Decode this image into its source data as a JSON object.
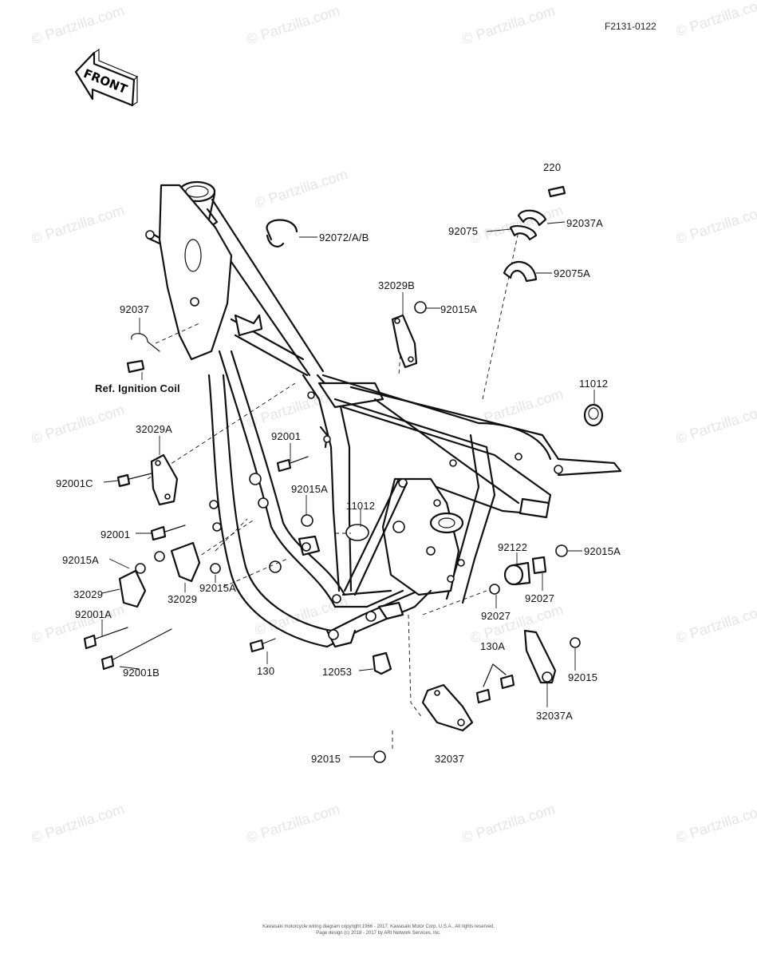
{
  "diagram_code": "F2131-0122",
  "front_arrow_label": "FRONT",
  "watermark_text": "© Partzilla.com",
  "parts": [
    {
      "id": "220",
      "label": "220"
    },
    {
      "id": "92037A_top",
      "label": "92037A"
    },
    {
      "id": "92075",
      "label": "92075"
    },
    {
      "id": "92072AB",
      "label": "92072/A/B"
    },
    {
      "id": "92075A",
      "label": "92075A"
    },
    {
      "id": "32029B",
      "label": "32029B"
    },
    {
      "id": "92015A_top",
      "label": "92015A"
    },
    {
      "id": "92037",
      "label": "92037"
    },
    {
      "id": "ref_ignition",
      "label": "Ref. Ignition Coil"
    },
    {
      "id": "11012_right",
      "label": "11012"
    },
    {
      "id": "32029A",
      "label": "32029A"
    },
    {
      "id": "92001_upper",
      "label": "92001"
    },
    {
      "id": "92001C",
      "label": "92001C"
    },
    {
      "id": "92015A_mid",
      "label": "92015A"
    },
    {
      "id": "11012_center",
      "label": "11012"
    },
    {
      "id": "92001_lower",
      "label": "92001"
    },
    {
      "id": "92122",
      "label": "92122"
    },
    {
      "id": "92015A_right",
      "label": "92015A"
    },
    {
      "id": "92015A_left",
      "label": "92015A"
    },
    {
      "id": "32029_left",
      "label": "32029"
    },
    {
      "id": "32029_mid",
      "label": "32029"
    },
    {
      "id": "92015A_low",
      "label": "92015A"
    },
    {
      "id": "92027_right",
      "label": "92027"
    },
    {
      "id": "92027_low",
      "label": "92027"
    },
    {
      "id": "92001A",
      "label": "92001A"
    },
    {
      "id": "130A",
      "label": "130A"
    },
    {
      "id": "92001B",
      "label": "92001B"
    },
    {
      "id": "130",
      "label": "130"
    },
    {
      "id": "12053",
      "label": "12053"
    },
    {
      "id": "92015_right",
      "label": "92015"
    },
    {
      "id": "32037A_low",
      "label": "32037A"
    },
    {
      "id": "92015_bottom",
      "label": "92015"
    },
    {
      "id": "32037",
      "label": "32037"
    }
  ],
  "footer": {
    "line1": "Kawasaki motorcycle wiring diagram copyright 1966 - 2017. Kawasaki Motor Corp. U.S.A., All rights reserved.",
    "line2": "Page design (c) 2018 - 2017 by ARI Network Services, Inc."
  }
}
